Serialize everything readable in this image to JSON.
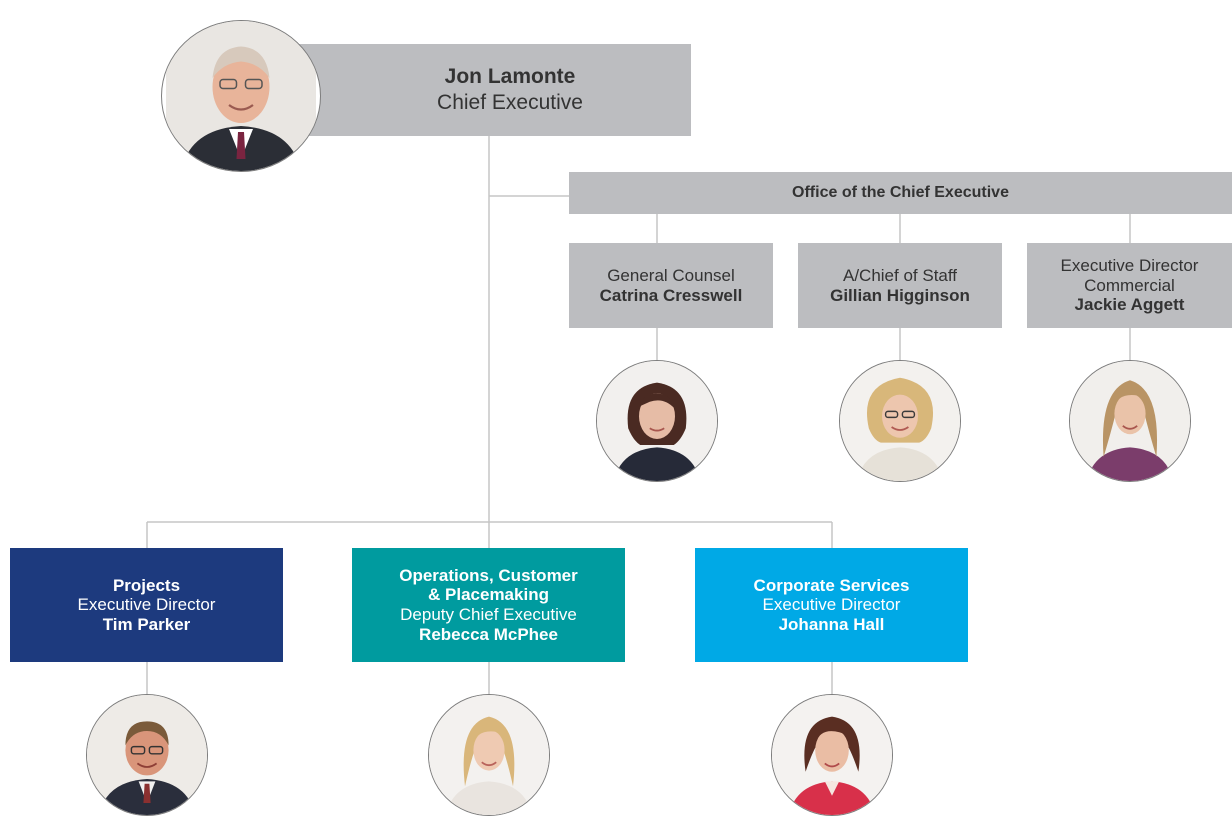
{
  "chief": {
    "name": "Jon Lamonte",
    "title": "Chief Executive"
  },
  "office": {
    "label": "Office of the Chief Executive",
    "members": [
      {
        "lines": [
          "General Counsel"
        ],
        "name": "Catrina Cresswell"
      },
      {
        "lines": [
          "A/Chief of Staff"
        ],
        "name": "Gillian Higginson"
      },
      {
        "lines": [
          "Executive Director",
          "Commercial"
        ],
        "name": "Jackie Aggett"
      }
    ]
  },
  "divisions": [
    {
      "division": "Projects",
      "role": "Executive Director",
      "name": "Tim Parker",
      "color": "#1d3a7e"
    },
    {
      "division_lines": [
        "Operations, Customer",
        "& Placemaking"
      ],
      "role": "Deputy Chief Executive",
      "name": "Rebecca McPhee",
      "color": "#009b9f"
    },
    {
      "division": "Corporate Services",
      "role": "Executive Director",
      "name": "Johanna Hall",
      "color": "#00a9e6"
    }
  ],
  "colors": {
    "grey_box": "#bcbdc0",
    "connector": "#c5c5c5",
    "text": "#333333"
  },
  "icons": {
    "portrait": "person-photo-icon"
  }
}
